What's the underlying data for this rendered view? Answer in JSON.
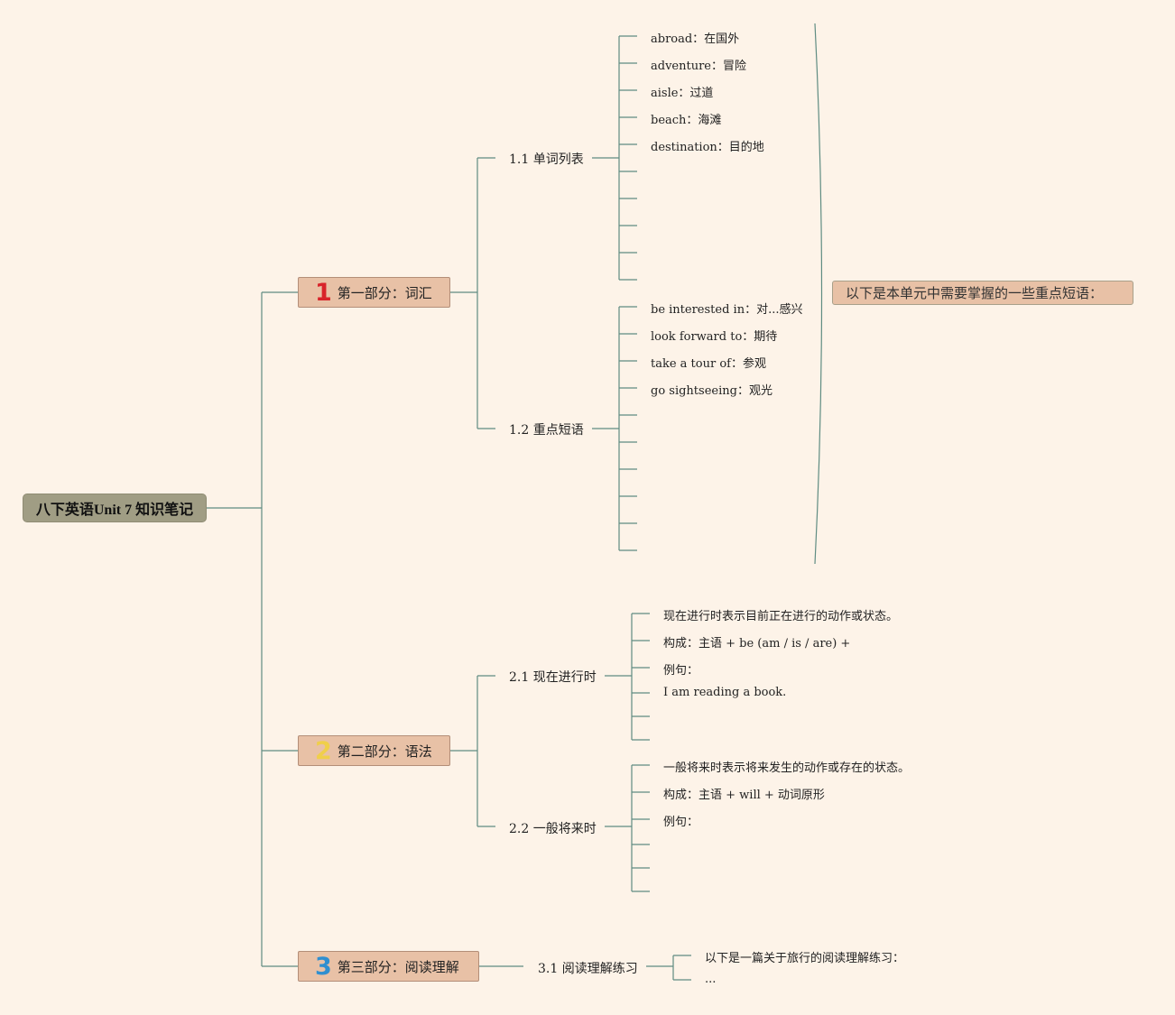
{
  "root": {
    "title": "八下英语Unit 7 知识笔记"
  },
  "parts": [
    {
      "num": "1",
      "num_color": "#d8232a",
      "label": "第一部分：词汇"
    },
    {
      "num": "2",
      "num_color": "#f0cf4a",
      "label": "第二部分：语法"
    },
    {
      "num": "3",
      "num_color": "#2f8fd0",
      "label": "第三部分：阅读理解"
    }
  ],
  "subtopics": {
    "s11": "1.1 单词列表",
    "s12": "1.2 重点短语",
    "s21": "2.1 现在进行时",
    "s22": "2.2 一般将来时",
    "s31": "3.1 阅读理解练习"
  },
  "vocab": [
    "abroad：在国外",
    "adventure：冒险",
    "aisle：过道",
    "beach：海滩",
    "destination：目的地"
  ],
  "phrases": [
    "be interested in：对...感兴",
    "look forward to：期待",
    "take a tour of：参观",
    "go sightseeing：观光"
  ],
  "present_continuous": [
    "现在进行时表示目前正在进行的动作或状态。",
    "构成：主语 + be (am / is / are) +",
    "例句：",
    "I am reading a book."
  ],
  "future_simple": [
    "一般将来时表示将来发生的动作或存在的状态。",
    "构成：主语 + will + 动词原形",
    "例句："
  ],
  "reading": [
    "以下是一篇关于旅行的阅读理解练习：",
    "..."
  ],
  "summary_note": "以下是本单元中需要掌握的一些重点短语："
}
